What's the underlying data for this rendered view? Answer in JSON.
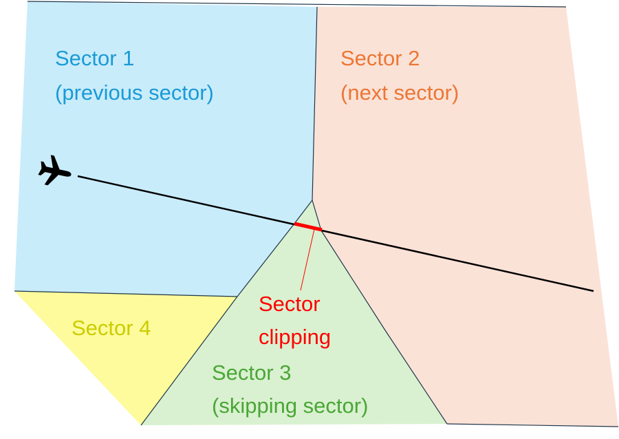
{
  "diagram": {
    "sectors": [
      {
        "id": "sector-1",
        "title": "Sector 1",
        "subtitle": "(previous sector)",
        "fill": "#c9ecfb",
        "text_color": "#1a9ad6"
      },
      {
        "id": "sector-2",
        "title": "Sector 2",
        "subtitle": "(next sector)",
        "fill": "#fbe2d7",
        "text_color": "#ec7634"
      },
      {
        "id": "sector-3",
        "title": "Sector 3",
        "subtitle": "(skipping sector)",
        "fill": "#d9f1d0",
        "text_color": "#4aa636"
      },
      {
        "id": "sector-4",
        "title": "Sector 4",
        "subtitle": "",
        "fill": "#fdfb9b",
        "text_color": "#cccc00"
      }
    ],
    "annotation": {
      "line1": "Sector",
      "line2": "clipping",
      "color": "#ff0000"
    },
    "trajectory": {
      "icon": "airplane-icon",
      "color": "#000000"
    },
    "border_color": "#1d3448"
  }
}
